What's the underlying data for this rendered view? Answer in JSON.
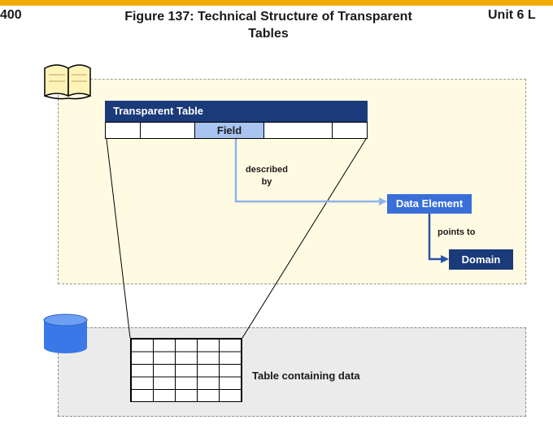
{
  "header": {
    "left": "400",
    "title": "Figure 137: Technical Structure of Transparent Tables",
    "right": "Unit 6 L"
  },
  "diagram": {
    "transparent_table_label": "Transparent Table",
    "field_label": "Field",
    "described_by_label": "described by",
    "data_element_label": "Data Element",
    "points_to_label": "points to",
    "domain_label": "Domain",
    "table_data_label": "Table containing data"
  },
  "icons": [
    "book-icon",
    "database-cylinder-icon"
  ],
  "colors": {
    "accent_bar": "#f0ab00",
    "table_header": "#1b3a7a",
    "field_cell": "#a9c4f0",
    "data_element": "#3a6fd8",
    "domain": "#1b3a7a",
    "connector": "#8fb3ea",
    "dictionary_zone": "#fffbe3",
    "database_zone": "#ebebeb",
    "cylinder": "#3a78e8"
  }
}
